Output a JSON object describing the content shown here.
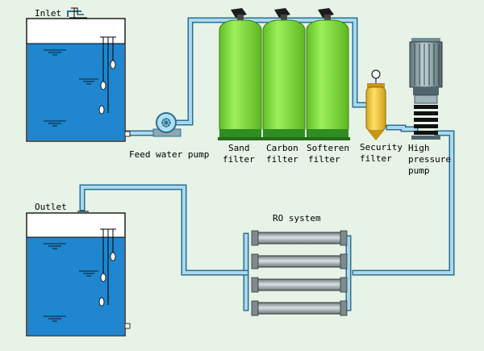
{
  "labels": {
    "inlet": "Inlet",
    "outlet": "Outlet",
    "feed_pump": "Feed water pump",
    "sand_1": "Sand",
    "sand_2": "filter",
    "carbon_1": "Carbon",
    "carbon_2": "filter",
    "softener_1": "Softeren",
    "softener_2": "filter",
    "security_1": "Security",
    "security_2": "filter",
    "hp_1": "High",
    "hp_2": "pressure",
    "hp_3": "pump",
    "ro": "RO system"
  },
  "colors": {
    "background": "#e6f3e6",
    "water": "#1f86cf",
    "pipe": "#a9d9f0",
    "pipe_edge": "#2d6f8f",
    "filter": "#7cd83a",
    "filter_base": "#2f8d21",
    "security": "#f3c92d",
    "motor": "#6f8f95"
  }
}
